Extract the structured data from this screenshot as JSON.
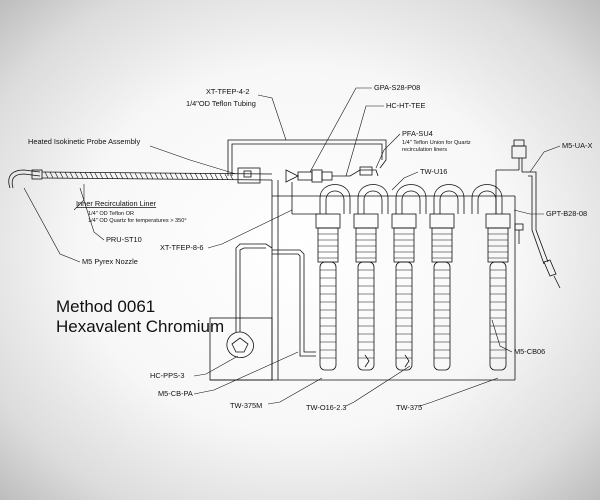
{
  "title": {
    "line1": "Method 0061",
    "line2": "Hexavalent Chromium"
  },
  "labels": {
    "xt_tfep_4_2": "XT-TFEP-4-2",
    "tubing_desc": "1/4\"OD Teflon Tubing",
    "gpa": "GPA-S28-P08",
    "hc_ht_tee": "HC-HT-TEE",
    "pfa_su4": "PFA-SU4",
    "pfa_desc1": "1/4\" Teflon Union for Quartz",
    "pfa_desc2": "recirculation liners",
    "probe": "Heated Isokinetic Probe Assembly",
    "tw_u16": "TW-U16",
    "m5_ua_x": "M5-UA-X",
    "liner_title": "Inner Recirculation Liner",
    "liner_desc1": "1/4\" OD Teflon  OR",
    "liner_desc2": "1/4\" OD Quartz for temperatures > 350°",
    "gpt": "GPT-B28-08",
    "xt_tfep_8_6": "XT-TFEP-8-6",
    "prust": "PRU-ST10",
    "nozzle": "M5 Pyrex Nozzle",
    "cb06": "M5-CB06",
    "pps": "HC-PPS-3",
    "cbpa": "M5-CB-PA",
    "tw375m": "TW-375M",
    "two16": "TW-O16-2.3",
    "tw375": "TW-375"
  },
  "colors": {
    "line": "#111111",
    "background": "#f7f7f7"
  }
}
